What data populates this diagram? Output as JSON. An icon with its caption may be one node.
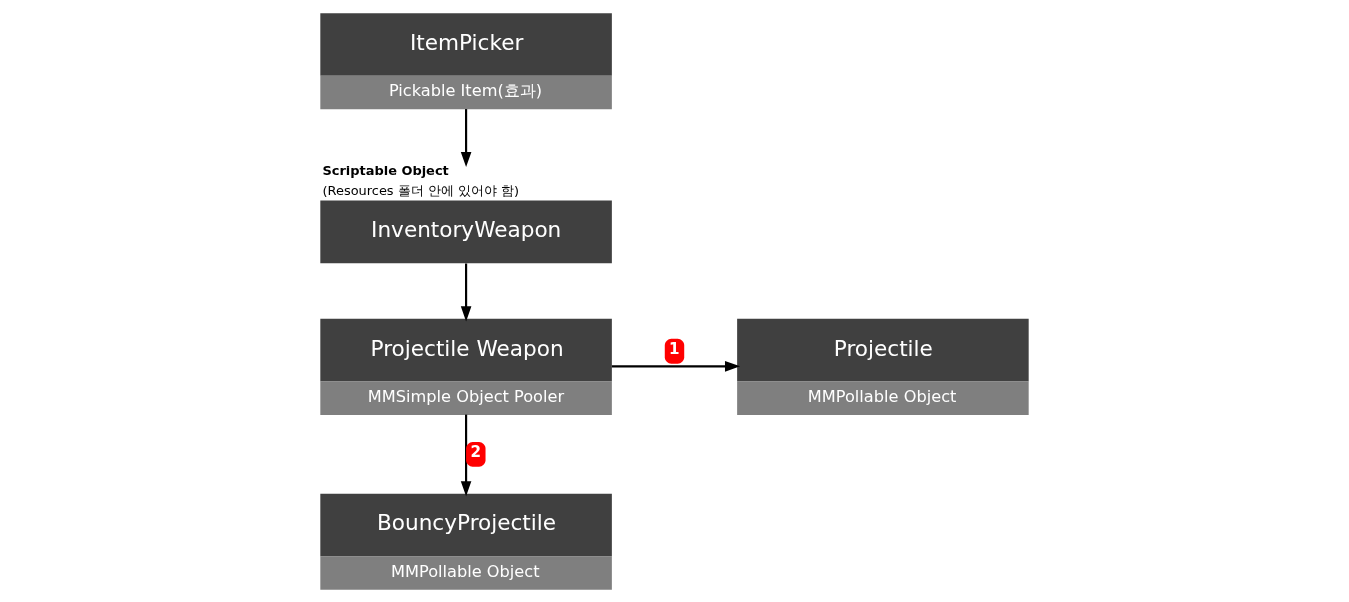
{
  "diagram": {
    "nodes": [
      {
        "text": [
          "InventoryWeapon"
        ],
        "beside": [
          "Scriptable Object",
          "(Resources 폴더 안에 있어야 함)"
        ]
      },
      {
        "text": [
          "ItemPicker",
          "Pickable Item(효과)"
        ]
      },
      {
        "text": [
          "Projectile Weapon",
          "MMSimple Object Pooler"
        ]
      },
      {
        "text": [
          "Projectile",
          "MMPollable Object"
        ]
      },
      {
        "text": [
          "BouncyProjectile",
          "MMPollable Object"
        ]
      }
    ],
    "edges": [
      {
        "from": 1,
        "to": 0,
        "arrow": "to"
      },
      {
        "from": 0,
        "to": 2,
        "arrow": "to"
      },
      {
        "from": 2,
        "to": 3,
        "arrow": "to",
        "label": "1"
      },
      {
        "from": 2,
        "to": 4,
        "arrow": "to",
        "label": "2"
      }
    ]
  }
}
